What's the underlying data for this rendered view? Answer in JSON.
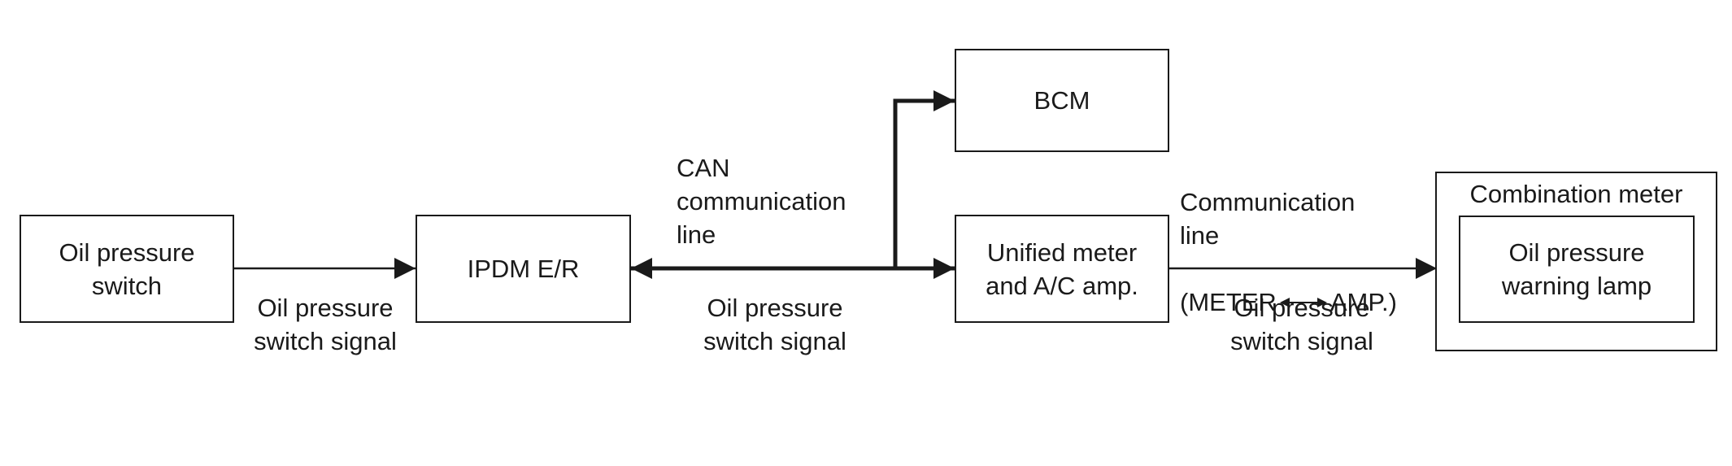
{
  "boxes": {
    "oil_pressure_switch": "Oil pressure\nswitch",
    "ipdm": "IPDM E/R",
    "bcm": "BCM",
    "unified_meter": "Unified meter\nand A/C amp.",
    "combination_meter": "Combination meter",
    "warning_lamp": "Oil pressure\nwarning lamp"
  },
  "labels": {
    "signal_1": "Oil pressure\nswitch signal",
    "can_line": "CAN\ncommunication\nline",
    "signal_2": "Oil pressure\nswitch signal",
    "comm_line_top": "Communication\nline",
    "comm_line_left": "(METER",
    "comm_line_right": "AMP.)",
    "signal_3": "Oil pressure\nswitch signal"
  },
  "colors": {
    "line": "#1a1a1a",
    "background": "#ffffff"
  }
}
